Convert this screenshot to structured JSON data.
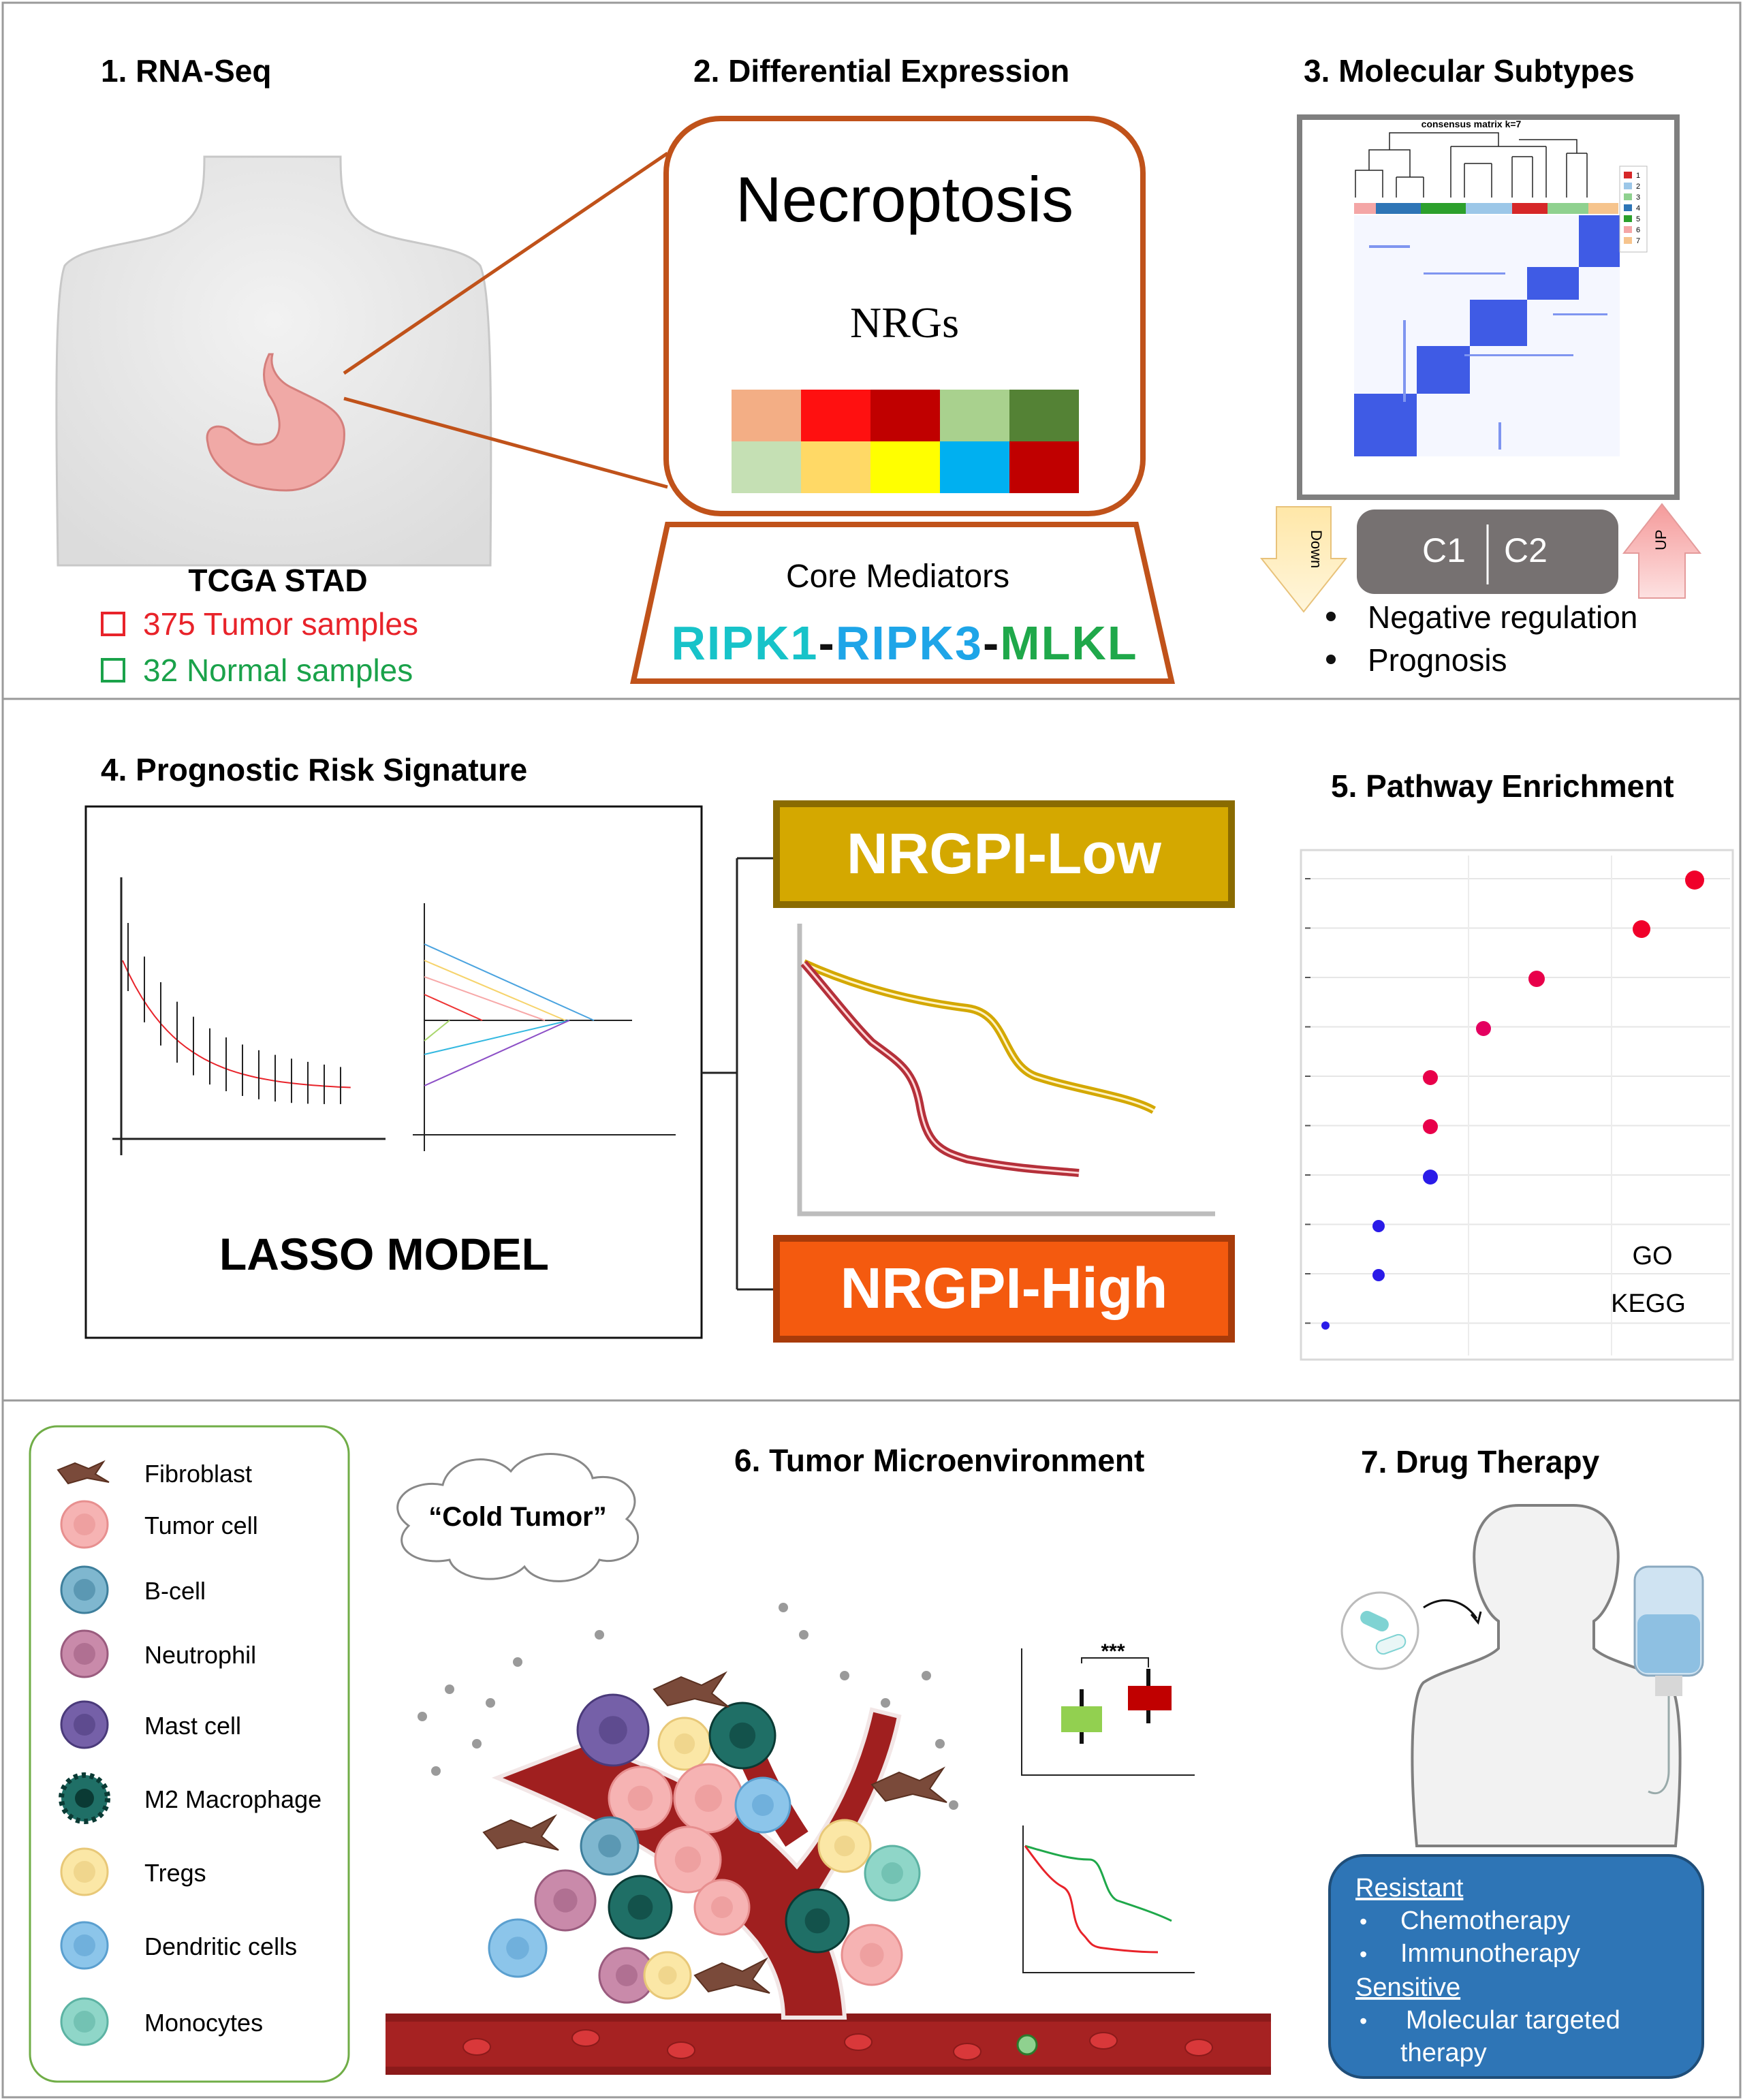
{
  "panel1": {
    "title": "1. RNA-Seq",
    "dataset": "TCGA STAD",
    "tumor_samples": "375 Tumor samples",
    "normal_samples": "32 Normal samples",
    "tumor_color": "#e8232a",
    "normal_color": "#1aa24a"
  },
  "panel2": {
    "title": "2. Differential Expression",
    "heading": "Necroptosis",
    "subheading": "NRGs",
    "heatmap_colors": [
      [
        "#f3ae85",
        "#ff1010",
        "#c00000",
        "#a9d18e",
        "#548235"
      ],
      [
        "#c5e0b4",
        "#ffd966",
        "#ffff00",
        "#00b0f0",
        "#c00000"
      ]
    ],
    "core_label": "Core Mediators",
    "mediator_ripk1": "RIPK1",
    "mediator_sep1": "-",
    "mediator_ripk3": "RIPK3",
    "mediator_sep2": "-",
    "mediator_mlkl": "MLKL"
  },
  "panel3": {
    "title": "3. Molecular Subtypes",
    "matrix_title": "consensus matrix k=7",
    "legend": [
      "1",
      "2",
      "3",
      "4",
      "5",
      "6",
      "7"
    ],
    "down_label": "Down",
    "up_label": "UP",
    "cluster1": "C1",
    "cluster2": "C2",
    "bullets": [
      "Negative regulation",
      "Prognosis"
    ]
  },
  "panel4": {
    "title": "4. Prognostic Risk Signature",
    "model_label": "LASSO MODEL",
    "low_label": "NRGPI-Low",
    "high_label": "NRGPI-High"
  },
  "panel5": {
    "title": "5. Pathway Enrichment",
    "legend_go": "GO",
    "legend_kegg": "KEGG"
  },
  "panel6": {
    "title": "6. Tumor Microenvironment",
    "cloud_text": "“Cold Tumor”",
    "significance": "***",
    "legend": [
      "Fibroblast",
      "Tumor cell",
      "B-cell",
      "Neutrophil",
      "Mast cell",
      "M2 Macrophage",
      "Tregs",
      "Dendritic cells",
      "Monocytes"
    ]
  },
  "panel7": {
    "title": "7. Drug Therapy",
    "resistant_heading": "Resistant",
    "resistant_items": [
      "Chemotherapy",
      "Immunotherapy"
    ],
    "sensitive_heading": "Sensitive",
    "sensitive_items": [
      "Molecular targeted",
      "therapy"
    ]
  }
}
